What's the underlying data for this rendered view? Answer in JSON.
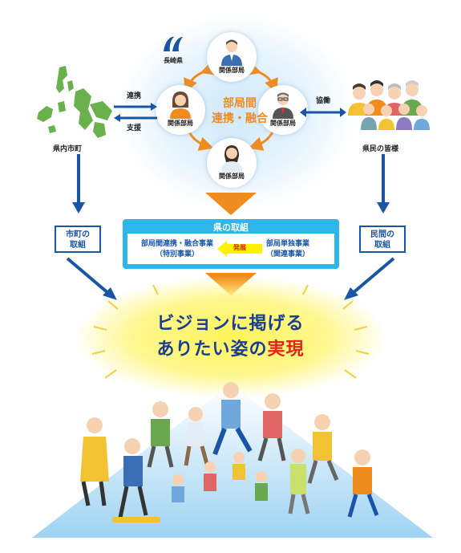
{
  "top": {
    "logo_text": "長崎県",
    "center_label_1": "部局間",
    "center_label_2": "連携・融合",
    "nodes": [
      {
        "label": "関係部局",
        "icon": "man-suit-icon"
      },
      {
        "label": "関係部局",
        "icon": "woman-icon"
      },
      {
        "label": "関係部局",
        "icon": "man-glasses-icon"
      },
      {
        "label": "関係部局",
        "icon": "woman-bottom-icon"
      }
    ]
  },
  "left": {
    "map_label": "県内市町",
    "arrow_top_label": "連携",
    "arrow_bottom_label": "支援",
    "box_line1": "市町の",
    "box_line2": "取組"
  },
  "right": {
    "people_label": "県民の皆様",
    "arrow_label": "協働",
    "box_line1": "民間の",
    "box_line2": "取組"
  },
  "prefecture": {
    "title": "県の取組",
    "left_line1": "部局間連携・融合事業",
    "left_line2": "（特別事業）",
    "arrow_label": "発展",
    "right_line1": "部局単独事業",
    "right_line2": "（関連事業）"
  },
  "vision": {
    "line1": "ビジョンに掲げる",
    "line2_prefix": "ありたい姿の",
    "line2_highlight": "実現"
  },
  "colors": {
    "accent_orange": "#f08c1e",
    "navy": "#1a55a5",
    "sky": "#2fb6e9",
    "highlight_red": "#e2231a"
  }
}
